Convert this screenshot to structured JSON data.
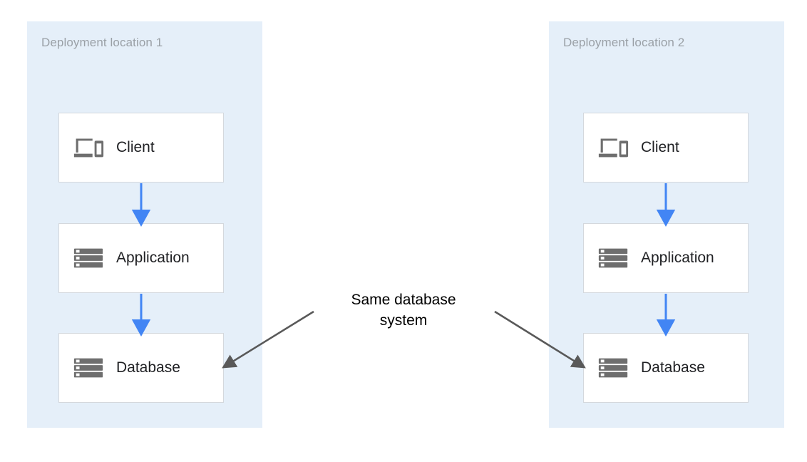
{
  "diagram": {
    "title_hidden": "",
    "colors": {
      "zone_background": "#e5eff9",
      "zone_title_text": "#9aa0a6",
      "node_background": "#ffffff",
      "node_border": "#d4d8dd",
      "node_label_text": "#202124",
      "flow_arrow": "#4285f4",
      "annotation_arrow": "#595959",
      "annotation_text": "#000000",
      "icon_gray": "#6e6e6e",
      "page_background": "#ffffff"
    },
    "zones": [
      {
        "id": "deployment-location-1",
        "title": "Deployment location 1",
        "nodes": [
          {
            "id": "client-1",
            "label": "Client",
            "icon": "devices-icon"
          },
          {
            "id": "application-1",
            "label": "Application",
            "icon": "server-icon"
          },
          {
            "id": "database-1",
            "label": "Database",
            "icon": "server-icon"
          }
        ],
        "flows": [
          {
            "from": "client-1",
            "to": "application-1",
            "direction": "down"
          },
          {
            "from": "application-1",
            "to": "database-1",
            "direction": "down"
          }
        ]
      },
      {
        "id": "deployment-location-2",
        "title": "Deployment location 2",
        "nodes": [
          {
            "id": "client-2",
            "label": "Client",
            "icon": "devices-icon"
          },
          {
            "id": "application-2",
            "label": "Application",
            "icon": "server-icon"
          },
          {
            "id": "database-2",
            "label": "Database",
            "icon": "server-icon"
          }
        ],
        "flows": [
          {
            "from": "client-2",
            "to": "application-2",
            "direction": "down"
          },
          {
            "from": "application-2",
            "to": "database-2",
            "direction": "down"
          }
        ]
      }
    ],
    "annotation": {
      "id": "same-database-system",
      "line1": "Same database",
      "line2": "system",
      "points_to": [
        "database-1",
        "database-2"
      ]
    }
  }
}
